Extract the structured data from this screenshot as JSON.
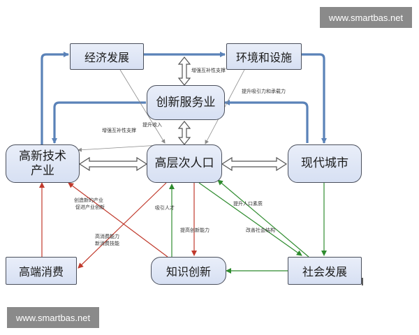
{
  "watermark": "www.smartbas.net",
  "nodes": {
    "economy": "经济发展",
    "environment": "环境和设施",
    "innovation_service": "创新服务业",
    "high_tech": "高新技术\n产业",
    "talent": "高层次人口",
    "modern_city": "现代城市",
    "high_consumption": "高端消费",
    "knowledge_innovation": "知识创新",
    "social_development": "社会发展"
  },
  "edge_labels": {
    "complement_top": "增强互补性支撑",
    "attract": "提升吸引力和承载力",
    "income": "提升收入",
    "complement_left": "增强互补性支撑",
    "new_industry_1": "创造新的产业",
    "new_industry_2": "促进产业创新",
    "talent_attract": "吸引人才",
    "population_quality": "提升人口素质",
    "consumption_1": "高消费能力",
    "consumption_2": "新消费技能",
    "innovation_ability": "提高创新能力",
    "social_structure": "改善社会结构"
  },
  "colors": {
    "node_fill_top": "#e9eef9",
    "node_fill_bottom": "#d7e0f3",
    "node_border": "#4a4f5c",
    "blue_arrow": "#5a82b8",
    "red_arrow": "#c0392b",
    "green_arrow": "#2e8b2e",
    "thin_gray": "#8a8a8a",
    "watermark_bg": "#8a8a8a"
  }
}
